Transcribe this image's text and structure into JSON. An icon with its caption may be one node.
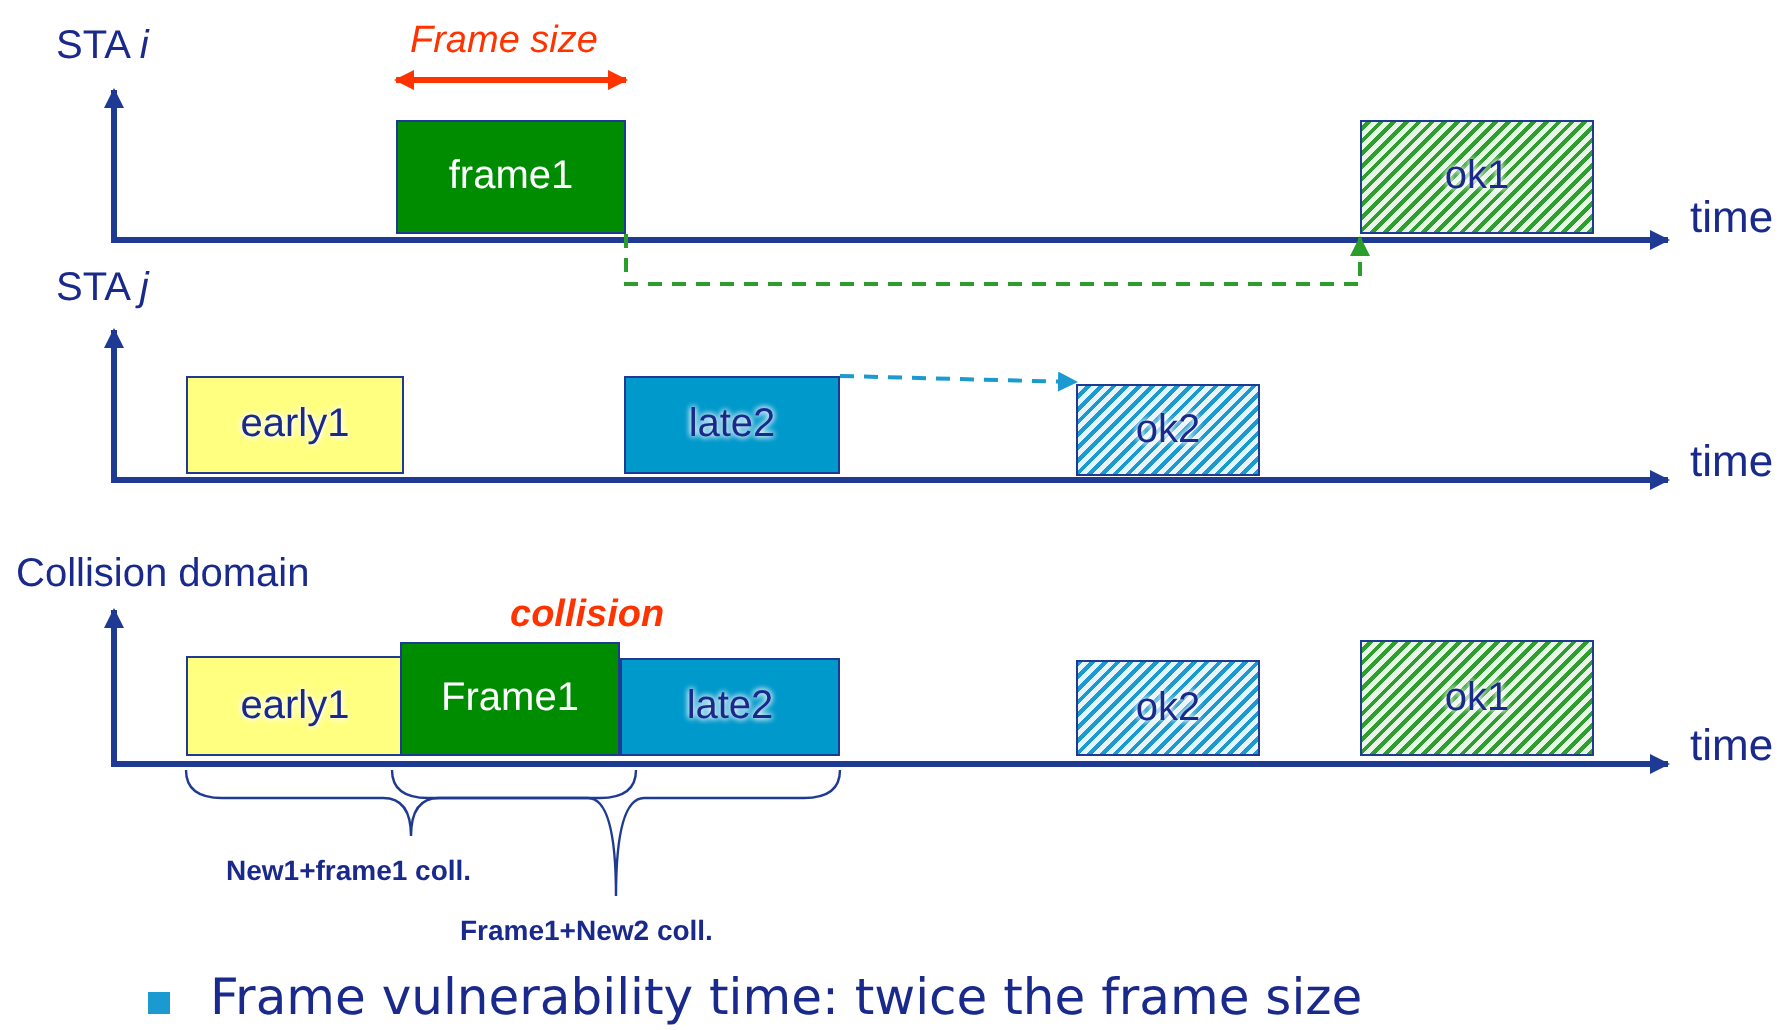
{
  "diagram": {
    "nodes": [
      {
        "text": [
          "frame1"
        ]
      },
      {
        "text": [
          "ok1"
        ]
      },
      {
        "text": [
          "early1"
        ]
      },
      {
        "text": [
          "late2"
        ]
      },
      {
        "text": [
          "ok2"
        ]
      },
      {
        "text": [
          "early1"
        ]
      },
      {
        "text": [
          "Frame1"
        ]
      },
      {
        "text": [
          "late2"
        ]
      },
      {
        "text": [
          "ok2"
        ]
      },
      {
        "text": [
          "ok1"
        ]
      }
    ],
    "edges": [
      {
        "from": 0,
        "to": 1,
        "arrow": "to",
        "style": "dashed",
        "color": "#2a9d2a"
      },
      {
        "from": 3,
        "to": 4,
        "arrow": "to",
        "style": "dashed",
        "color": "#1a9ad0"
      }
    ],
    "labels": [
      "STA *i*",
      "Frame size",
      "time",
      "STA *j*",
      "time",
      "Collision domain",
      "collision",
      "time",
      "New1+frame1 coll.",
      "Frame1+New2 coll.",
      "Frame vulnerability time: twice the frame size"
    ]
  }
}
